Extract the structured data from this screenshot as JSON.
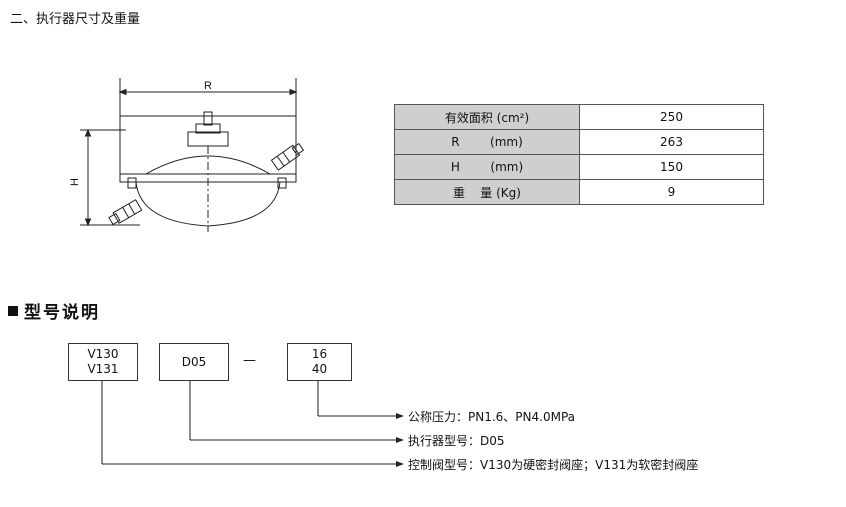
{
  "section_title": "二、执行器尺寸及重量",
  "drawing": {
    "label_r": "R",
    "label_h": "H"
  },
  "spec_table": {
    "rows": [
      {
        "label": "有效面积 (cm²)",
        "value": "250"
      },
      {
        "label": "R        (mm)",
        "value": "263"
      },
      {
        "label": "H        (mm)",
        "value": "150"
      },
      {
        "label": "重    量 (Kg)",
        "value": "9"
      }
    ]
  },
  "model_section": {
    "title": "型号说明",
    "box1": {
      "line1": "V130",
      "line2": "V131"
    },
    "box2": {
      "line1": "D05"
    },
    "dash": "—",
    "box3": {
      "line1": "16",
      "line2": "40"
    },
    "callouts": [
      "公称压力：PN1.6、PN4.0MPa",
      "执行器型号：D05",
      "控制阀型号：V130为硬密封阀座；V131为软密封阀座"
    ]
  }
}
